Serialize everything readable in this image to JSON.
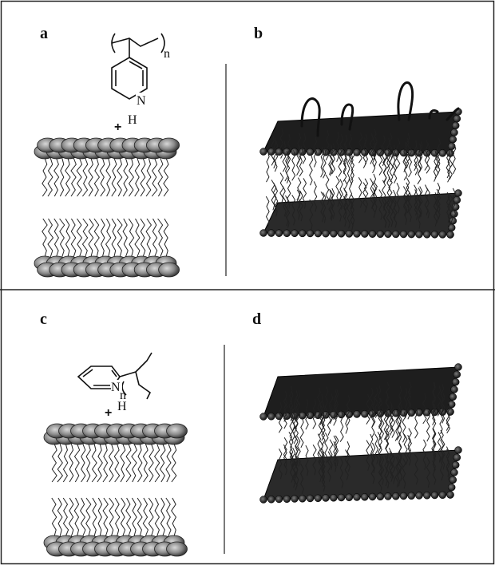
{
  "panels": {
    "a": {
      "label": "a",
      "structure": {
        "n_label": "n",
        "nitrogen": "N",
        "hydrogen": "H",
        "plus": "+"
      },
      "bilayer": {
        "head_color": "#6e6e6e"
      }
    },
    "b": {
      "label": "b",
      "bilayer": {
        "head_color": "#1a1a1a"
      }
    },
    "c": {
      "label": "c",
      "structure": {
        "nitrogen": "N",
        "hydrogen": "H",
        "plus": "+",
        "n_label": "n"
      },
      "bilayer": {
        "head_color": "#6e6e6e"
      }
    },
    "d": {
      "label": "d",
      "bilayer": {
        "head_color": "#1a1a1a"
      }
    }
  },
  "colors": {
    "frame": "#222222",
    "ink": "#111111"
  }
}
